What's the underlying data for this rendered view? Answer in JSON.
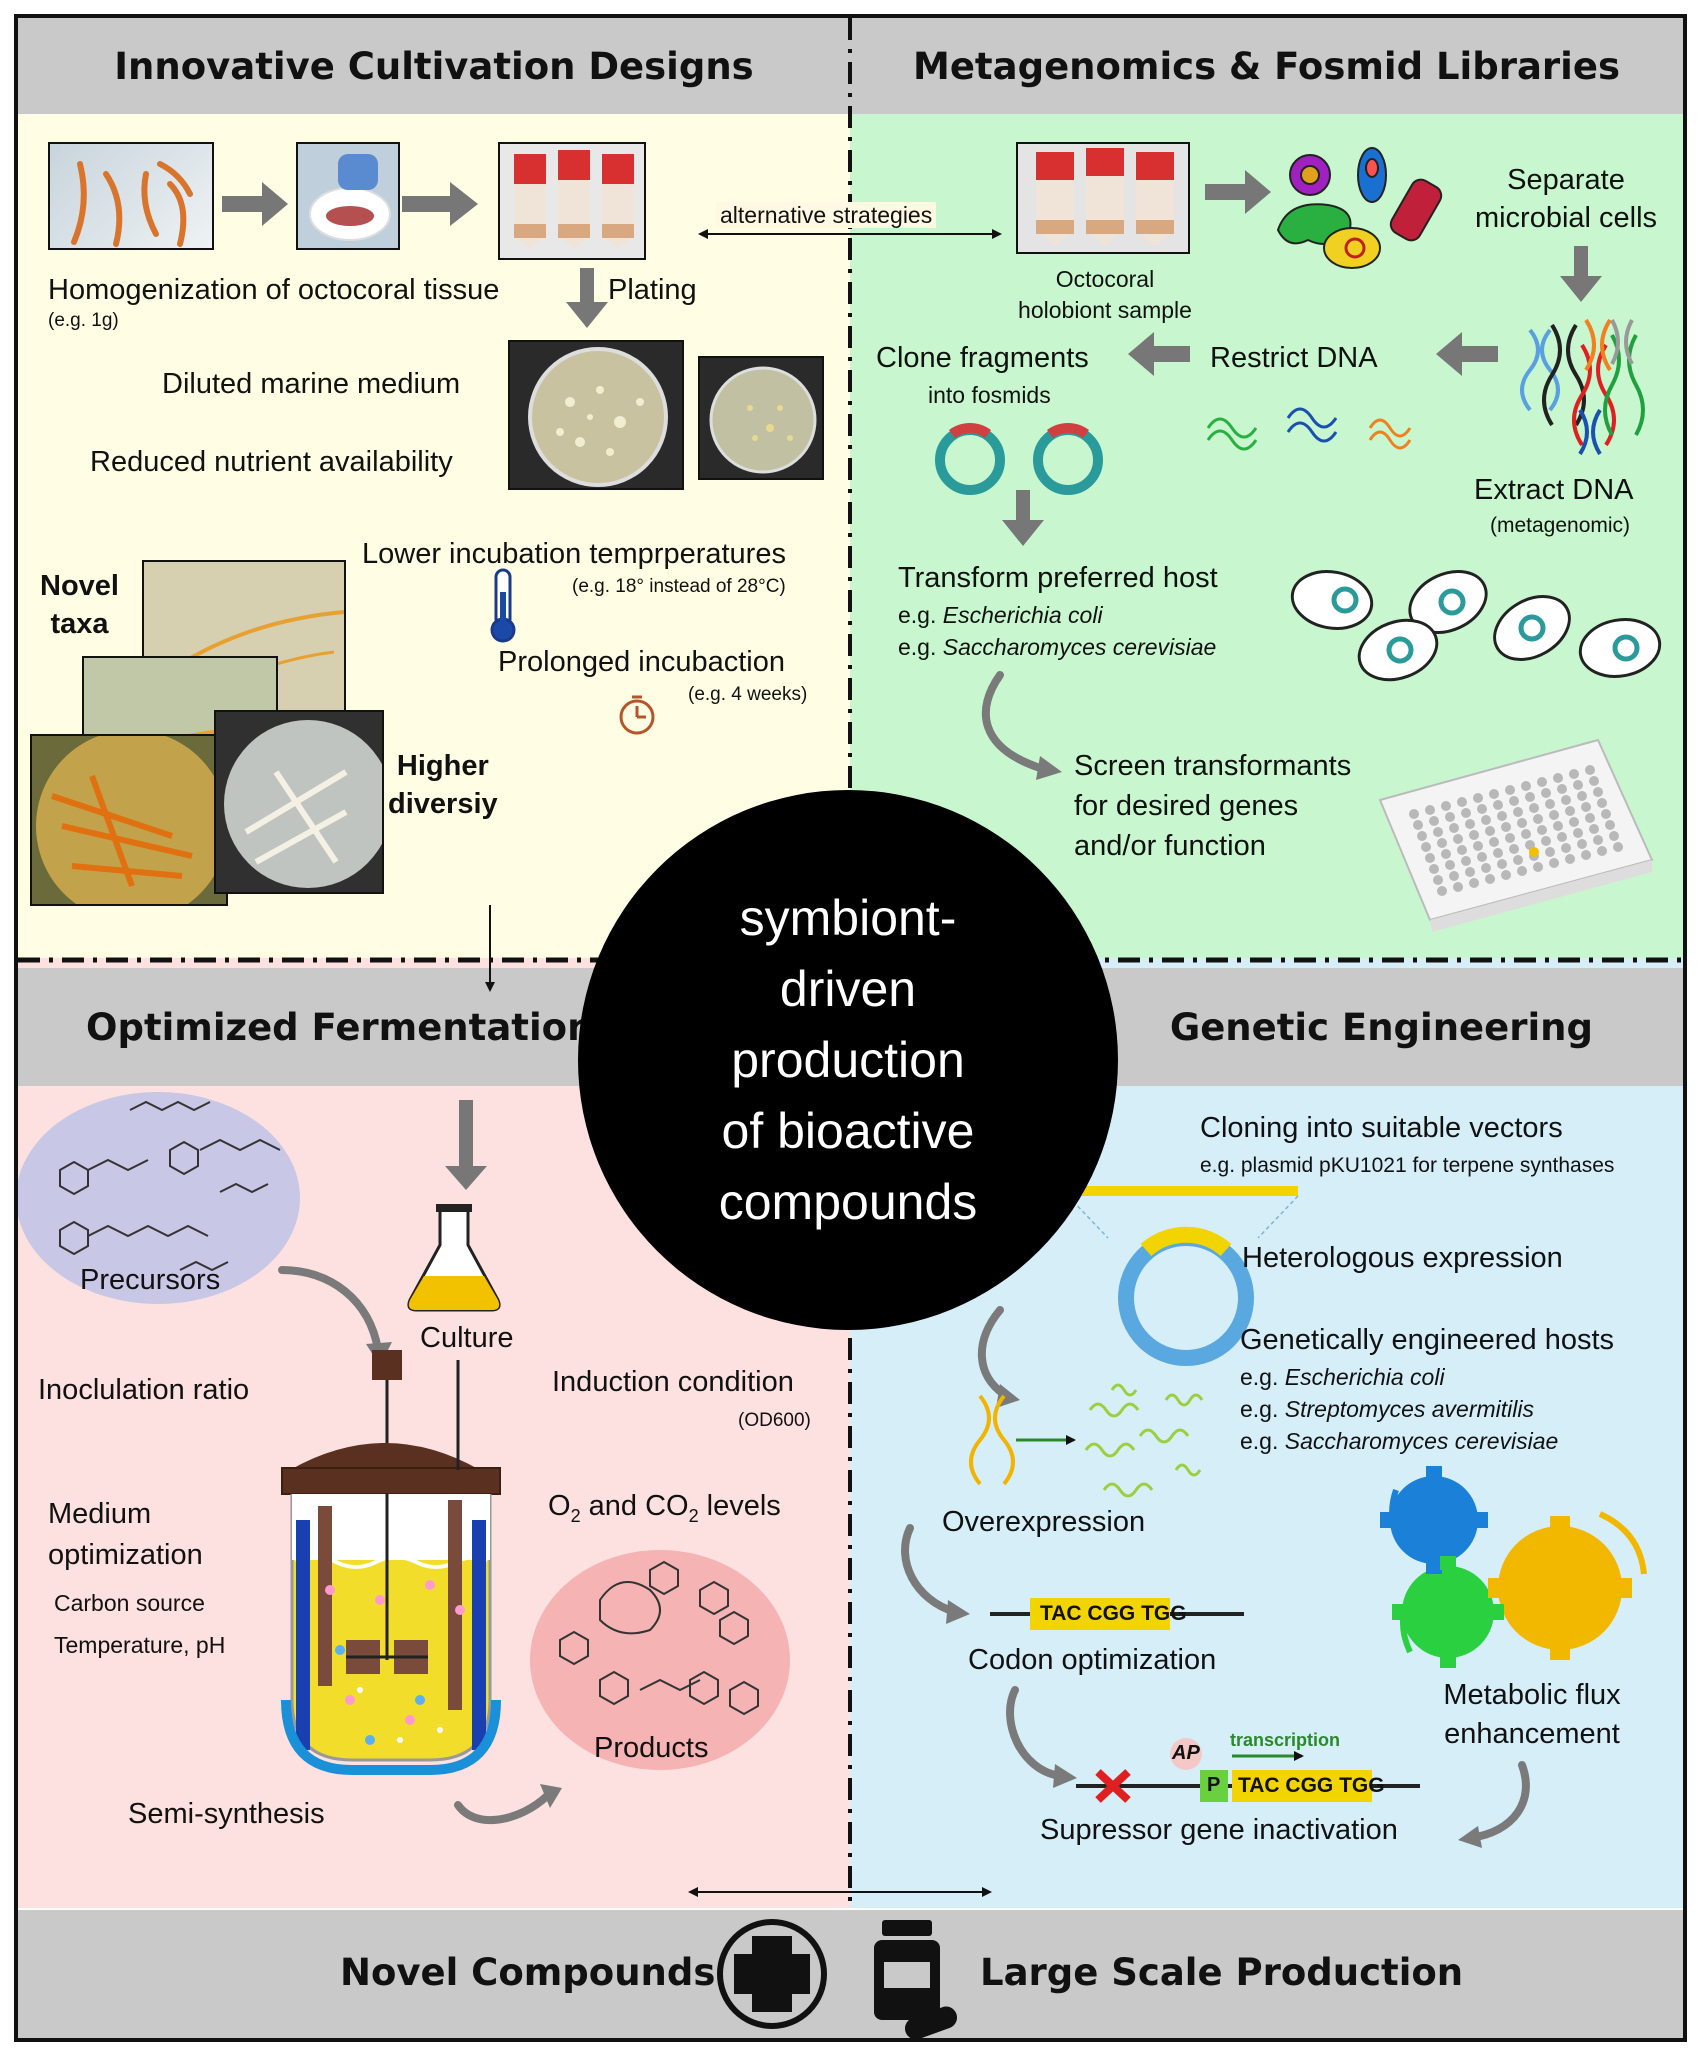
{
  "quadrants": {
    "cultivation": {
      "title": "Innovative Cultivation Designs",
      "homogenization": "Homogenization of octocoral tissue",
      "homogenization_note": "(e.g. 1g)",
      "plating": "Plating",
      "diluted_medium": "Diluted marine medium",
      "reduced_nutrients": "Reduced nutrient availability",
      "lower_temp": "Lower incubation temprperatures",
      "lower_temp_note": "(e.g. 18° instead of 28°C)",
      "prolonged": "Prolonged incubaction",
      "prolonged_note": "(e.g. 4 weeks)",
      "novel_line1": "Novel",
      "novel_line2": "taxa",
      "higher_line1": "Higher",
      "higher_line2": "diversiy"
    },
    "metagenomics": {
      "title": "Metagenomics & Fosmid Libraries",
      "alternative": "alternative strategies",
      "sample_line1": "Octocoral",
      "sample_line2": "holobiont sample",
      "separate_line1": "Separate",
      "separate_line2": "microbial cells",
      "extract": "Extract DNA",
      "extract_note": "(metagenomic)",
      "restrict": "Restrict DNA",
      "clone": "Clone fragments",
      "clone_note": "into fosmids",
      "transform": "Transform preferred host",
      "host_prefix": "e.g.",
      "host1": "Escherichia coli",
      "host2": "Saccharomyces cerevisiae",
      "screen_line1": "Screen transformants",
      "screen_line2": "for desired genes",
      "screen_line3": "and/or function"
    },
    "fermentation": {
      "title": "Optimized Fermentation",
      "precursors": "Precursors",
      "culture": "Culture",
      "inoculation": "Inoclulation ratio",
      "induction": "Induction condition",
      "induction_note": "(OD600)",
      "gas_o": "O",
      "gas_sub1": "2",
      "gas_and": " and CO",
      "gas_sub2": "2",
      "gas_levels": " levels",
      "medium_line1": "Medium",
      "medium_line2": "optimization",
      "carbon": "Carbon source",
      "temp_ph": "Temperature, pH",
      "products": "Products",
      "semi": "Semi-synthesis"
    },
    "genetic": {
      "title": "Genetic Engineering",
      "cloning": "Cloning into suitable vectors",
      "cloning_note": "e.g. plasmid pKU1021 for terpene synthases",
      "heterologous": "Heterologous expression",
      "hosts": "Genetically engineered hosts",
      "host_prefix": "e.g.",
      "host1": "Escherichia coli",
      "host2": "Streptomyces avermitilis",
      "host3": "Saccharomyces cerevisiae",
      "overexpression": "Overexpression",
      "codon_seq": "TAC CGG TGG",
      "codon": "Codon optimization",
      "ap": "AP",
      "p": "P",
      "transcription": "transcription",
      "supressor_seq": "TAC CGG TGG",
      "supressor": "Supressor gene inactivation",
      "flux_line1": "Metabolic flux",
      "flux_line2": "enhancement"
    }
  },
  "center": {
    "line1": "symbiont-",
    "line2": "driven",
    "line3": "production",
    "line4": "of bioactive",
    "line5": "compounds"
  },
  "footer": {
    "left": "Novel Compounds",
    "right": "Large Scale Production"
  },
  "colors": {
    "cultivation_bg": "#fffde4",
    "metagenomics_bg": "#c8f7cf",
    "fermentation_bg": "#fde0e0",
    "genetic_bg": "#d6eef8",
    "header_gray": "#c9c9c9",
    "center_black": "#000000"
  }
}
